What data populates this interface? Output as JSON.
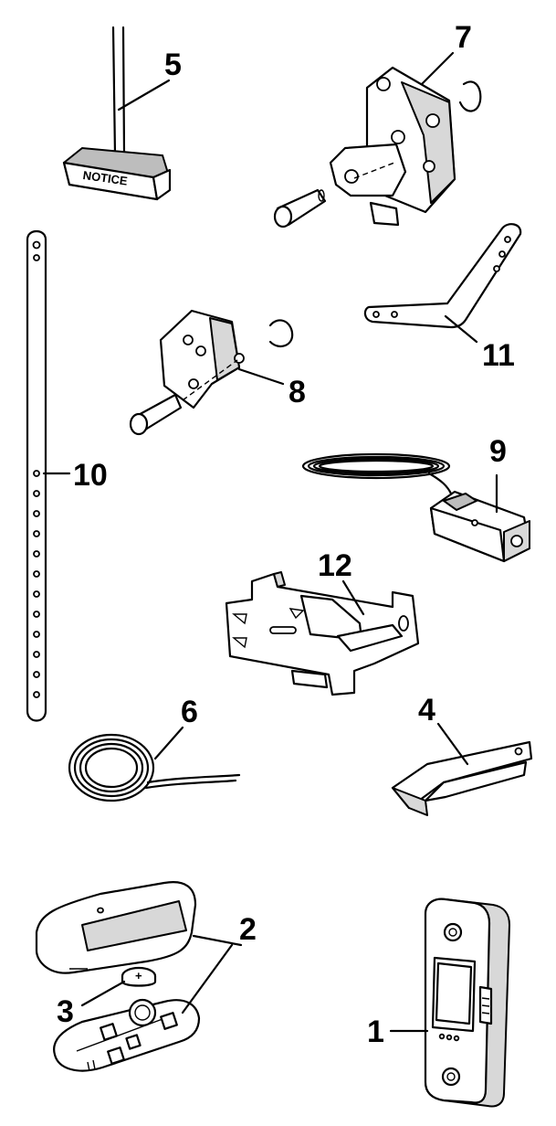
{
  "parts": {
    "p1": "1",
    "p2": "2",
    "p3": "3",
    "p4": "4",
    "p5": "5",
    "p6": "6",
    "p7": "7",
    "p8": "8",
    "p9": "9",
    "p10": "10",
    "p11": "11",
    "p12": "12"
  },
  "notice_label": "NOTICE",
  "colors": {
    "ink": "#000000",
    "paper": "#ffffff",
    "shade": "#d8d8d8"
  }
}
